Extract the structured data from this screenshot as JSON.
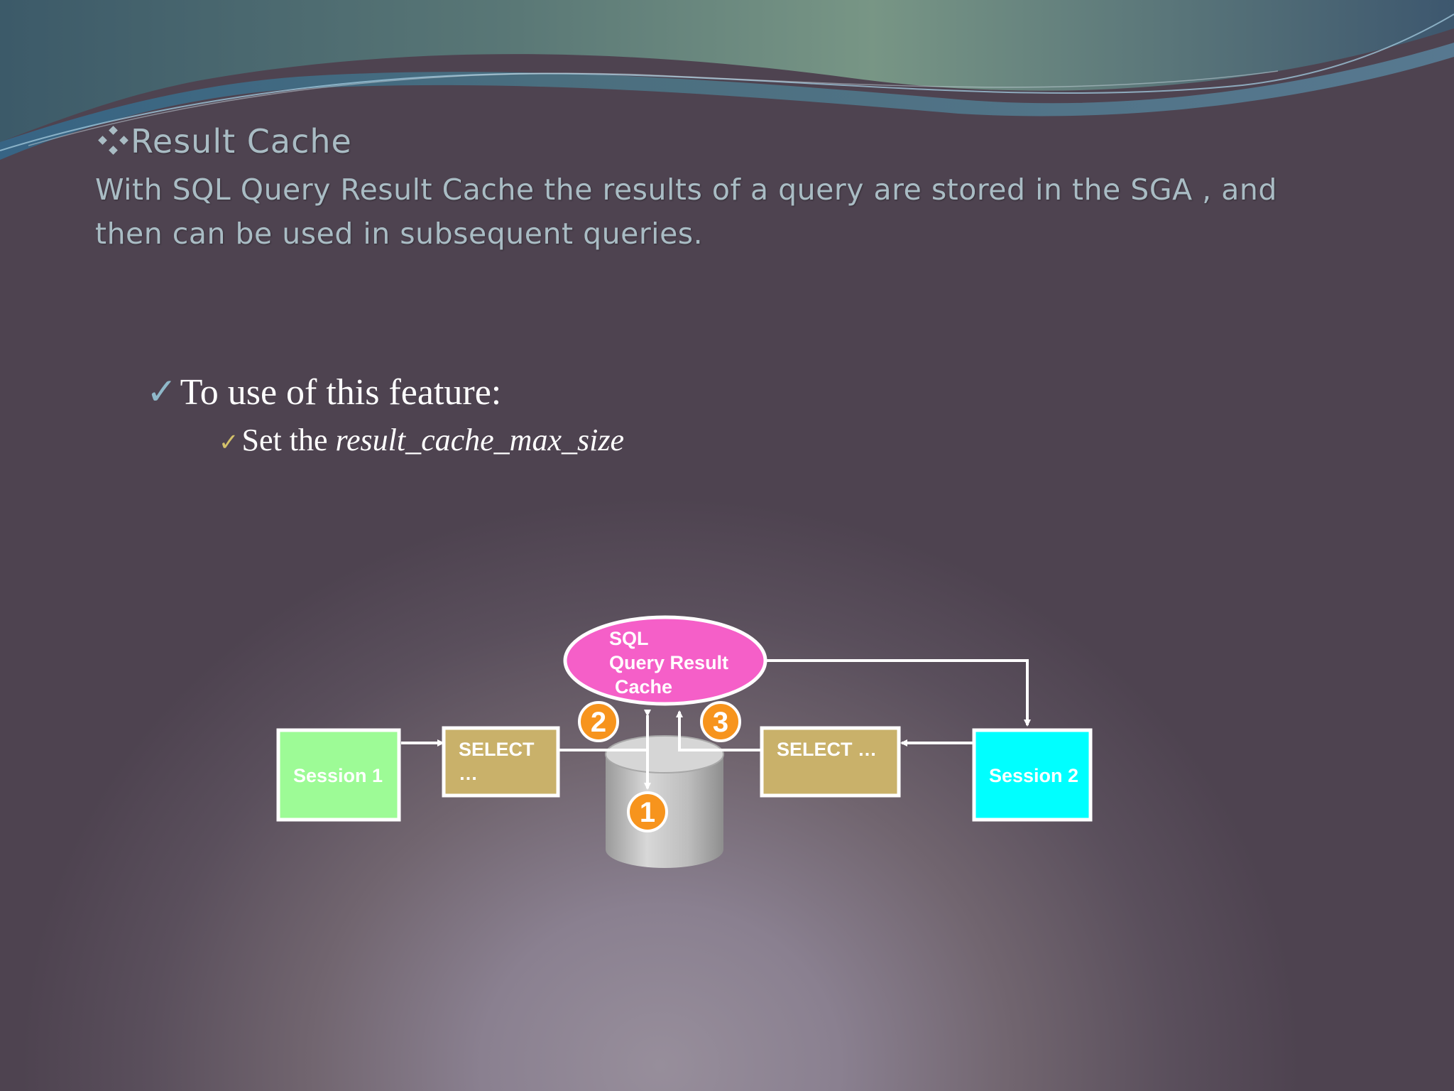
{
  "slide": {
    "heading": "Result Cache",
    "intro_line_1": "With SQL Query Result Cache the results of a query are stored in the SGA , and",
    "intro_line_2": "then can be used in subsequent queries.",
    "bullet_1": "To use of this feature:",
    "bullet_2_prefix": "Set the ",
    "bullet_2_param": "result_cache_max_size",
    "check_glyph": "✓"
  },
  "diagram": {
    "cache_line_1": "SQL",
    "cache_line_2": "Query Result",
    "cache_line_3": "Cache",
    "session_1": "Session 1",
    "session_2": "Session 2",
    "select_left_line_1": "SELECT",
    "select_left_line_2": "…",
    "select_right": "SELECT …",
    "step_1": "1",
    "step_2": "2",
    "step_3": "3"
  },
  "colors": {
    "session_1": "#9dfb96",
    "session_2": "#00ffff",
    "select_box": "#c9b16a",
    "cache_ellipse": "#f55fc8",
    "step_badge": "#f7941d",
    "database": "#c8c8c8"
  },
  "icons": [
    "diamond-bullet-icon",
    "checkmark-icon",
    "database-icon",
    "arrow-icon"
  ]
}
